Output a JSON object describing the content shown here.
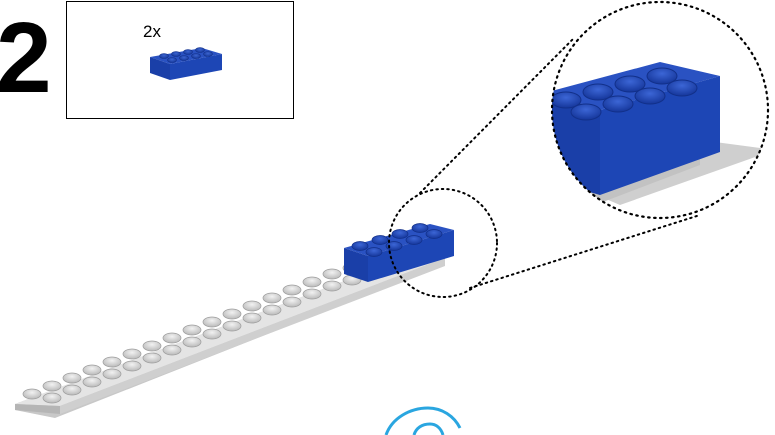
{
  "step": {
    "number": "2"
  },
  "parts_callout": {
    "quantity_label": "2x",
    "part": "blue 2x4 brick"
  },
  "icons": {
    "step_brick": "blue-2x4-brick-icon",
    "baseplate": "gray-plate-icon",
    "magnifier": "zoom-callout-icon",
    "next_arrow": "rotate-arrow-icon"
  },
  "colors": {
    "brick_blue": "#1d46b5",
    "plate_gray": "#d6d6d6",
    "callout_line": "#000000",
    "arrow_cyan": "#2aa6e0"
  }
}
